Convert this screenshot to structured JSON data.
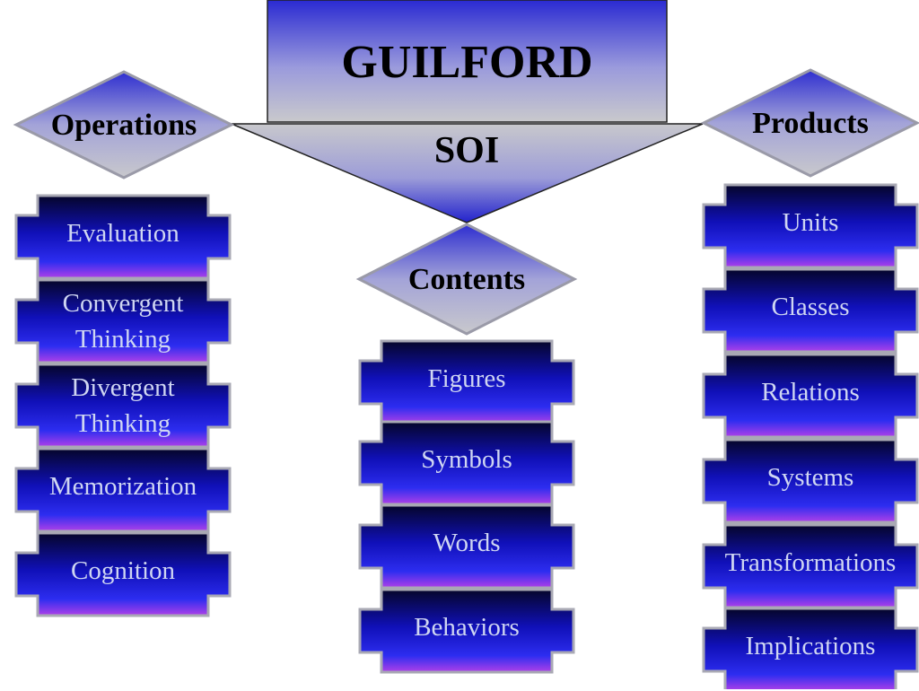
{
  "title": "GUILFORD",
  "subtitle": "SOI",
  "operations": {
    "label": "Operations",
    "items": [
      {
        "lines": [
          "Evaluation"
        ]
      },
      {
        "lines": [
          "Convergent",
          "Thinking"
        ]
      },
      {
        "lines": [
          "Divergent",
          "Thinking"
        ]
      },
      {
        "lines": [
          "Memorization"
        ]
      },
      {
        "lines": [
          "Cognition"
        ]
      }
    ]
  },
  "contents": {
    "label": "Contents",
    "items": [
      {
        "lines": [
          "Figures"
        ]
      },
      {
        "lines": [
          "Symbols"
        ]
      },
      {
        "lines": [
          "Words"
        ]
      },
      {
        "lines": [
          "Behaviors"
        ]
      }
    ]
  },
  "products": {
    "label": "Products",
    "items": [
      {
        "lines": [
          "Units"
        ]
      },
      {
        "lines": [
          "Classes"
        ]
      },
      {
        "lines": [
          "Relations"
        ]
      },
      {
        "lines": [
          "Systems"
        ]
      },
      {
        "lines": [
          "Transformations"
        ]
      },
      {
        "lines": [
          "Implications"
        ]
      }
    ]
  }
}
